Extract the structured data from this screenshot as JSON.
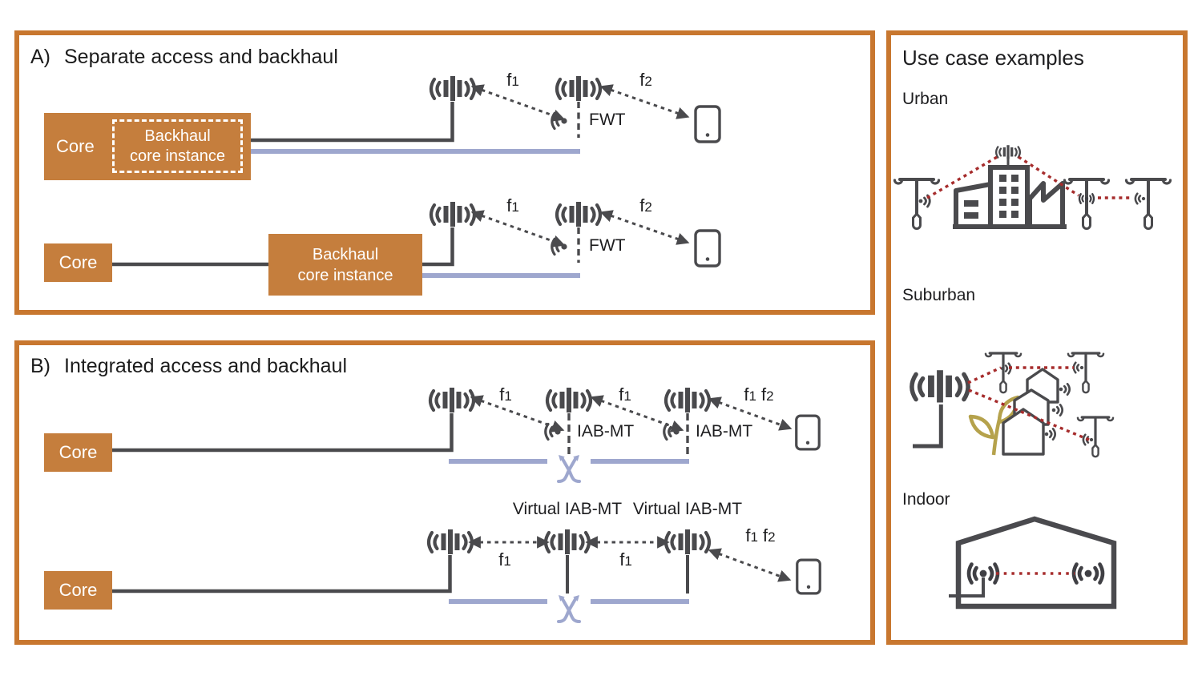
{
  "panel_a": {
    "label": "A)",
    "title": "Separate access and backhaul"
  },
  "panel_b": {
    "label": "B)",
    "title": "Integrated access and backhaul"
  },
  "labels": {
    "core": "Core",
    "backhaul_line1": "Backhaul",
    "backhaul_line2": "core instance",
    "fwt": "FWT",
    "iab_mt": "IAB-MT",
    "virtual_iab_mt": "Virtual IAB-MT"
  },
  "freq": {
    "base": "f",
    "n1": "1",
    "n2": "2"
  },
  "use_cases": {
    "title": "Use case examples",
    "urban": "Urban",
    "suburban": "Suburban",
    "indoor": "Indoor"
  },
  "colors": {
    "panel_border": "#C8772F",
    "box_fill": "#C57E3D",
    "diagram_dark": "#4A4A4D",
    "backhaul_link": "#9EA7CE",
    "wireless_red": "#A62C2C",
    "plant_olive": "#B5A24C"
  },
  "icons": {
    "base_station": "antenna mast with radio waves",
    "terminal_receiver": "radio arcs with dot",
    "phone": "smartphone outline",
    "crossover": "crossed swap arrows",
    "lamp_post": "street lamp pole",
    "wifi_node": "radio dot with arcs",
    "urban_buildings": "city skyline with factory",
    "house": "suburban house outline",
    "plant": "sprout with two leaves",
    "warehouse": "indoor building outline"
  }
}
